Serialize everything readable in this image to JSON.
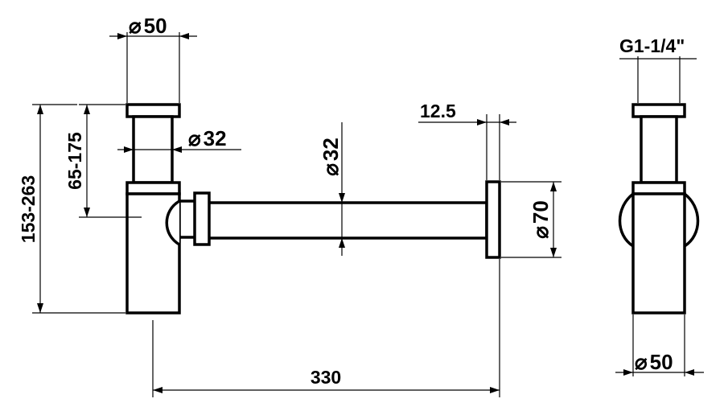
{
  "diameter_symbol": "⌀",
  "dimensions": {
    "top_pipe_diameter": "50",
    "tube_diameter_front": "32",
    "horizontal_pipe_diameter": "32",
    "flange_thickness": "12.5",
    "flange_diameter": "70",
    "adjust_height": "65-175",
    "total_height": "153-263",
    "length": "330",
    "thread": "G1-1/4\"",
    "side_diameter": "50"
  }
}
